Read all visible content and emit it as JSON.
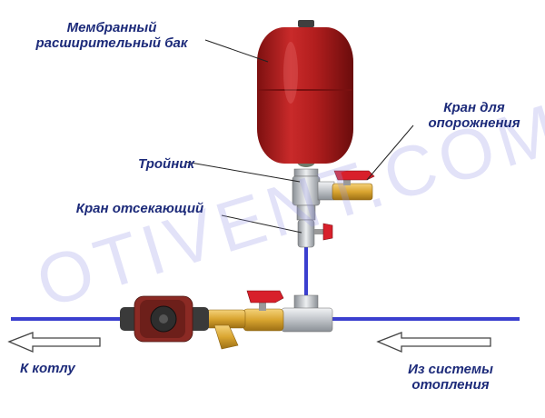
{
  "labels": {
    "tank": [
      "Мембранный",
      "расширительный бак"
    ],
    "drain_valve": [
      "Кран для",
      "опорожнения"
    ],
    "tee": "Тройник",
    "shutoff_valve": "Кран отсекающий",
    "to_boiler": "К котлу",
    "from_system": [
      "Из системы",
      "отопления"
    ]
  },
  "watermark": "OTIVENT.COM",
  "colors": {
    "label_text": "#1d2b7a",
    "pipe": "#3b3fcf",
    "tank_red": "#b21e1e",
    "valve_handle": "#d8202b",
    "brass": "#d9a530",
    "steel": "#bfc3c8",
    "pump_body": "#3a3a3a",
    "pump_flange": "#8b2a24",
    "arrow_outline": "#444444",
    "leader_line": "#222222"
  },
  "icons": [
    "expansion-tank-icon",
    "tee-fitting-icon",
    "ball-valve-icon",
    "pump-icon",
    "strainer-icon",
    "arrow-left-icon"
  ]
}
